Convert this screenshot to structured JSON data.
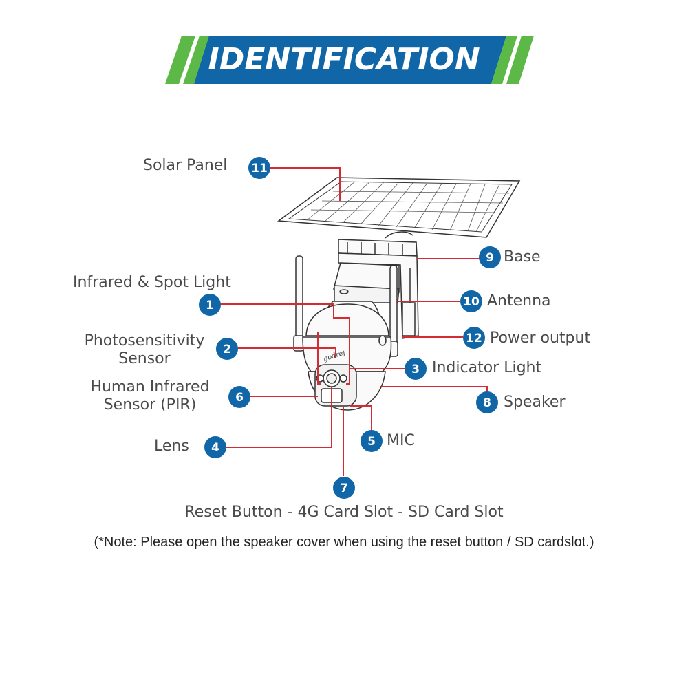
{
  "banner": {
    "title": "IDENTIFICATION",
    "colors": {
      "blue": "#1066a6",
      "green": "#5cb947"
    }
  },
  "callouts": [
    {
      "number": "1",
      "label": "Infrared & Spot Light"
    },
    {
      "number": "2",
      "label": "Photosensitivity Sensor"
    },
    {
      "number": "3",
      "label": "Indicator Light"
    },
    {
      "number": "4",
      "label": "Lens"
    },
    {
      "number": "5",
      "label": "MIC"
    },
    {
      "number": "6",
      "label": "Human Infrared Sensor (PIR)"
    },
    {
      "number": "7",
      "label": "Reset Button - 4G Card Slot - SD Card Slot"
    },
    {
      "number": "8",
      "label": "Speaker"
    },
    {
      "number": "9",
      "label": "Base"
    },
    {
      "number": "10",
      "label": "Antenna"
    },
    {
      "number": "11",
      "label": "Solar Panel"
    },
    {
      "number": "12",
      "label": "Power output"
    }
  ],
  "label_lines": {
    "photosensitivity_1": "Photosensitivity",
    "photosensitivity_2": "Sensor",
    "pir_1": "Human Infrared",
    "pir_2": "Sensor (PIR)"
  },
  "footer": {
    "note": "(*Note: Please open the speaker cover when using the reset button / SD cardslot.)"
  },
  "device_logo": "godrej",
  "colors": {
    "leader_line": "#d62b33",
    "badge": "#1066a6",
    "text": "#4a4a4a"
  }
}
